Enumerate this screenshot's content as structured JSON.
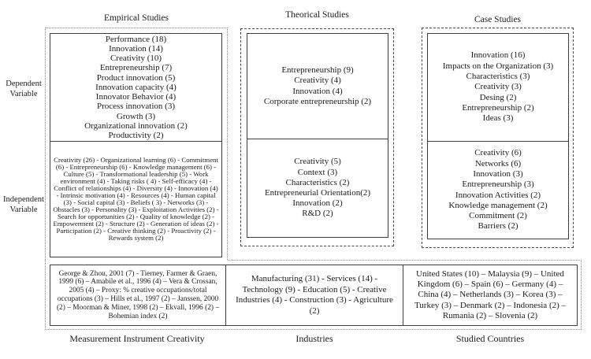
{
  "headers": {
    "empirical": "Empirical Studies",
    "theorical": "Theorical Studies",
    "case": "Case Studies"
  },
  "side_labels": {
    "dependent": "Dependent Variable",
    "independent": "Independent Variable"
  },
  "empirical": {
    "dependent_items": [
      "Performance (18)",
      "Innovation (14)",
      "Creativity (10)",
      "Entrepreneurship (7)",
      "Product innovation (5)",
      "Innovation capacity (4)",
      "Innovator Behavior (4)",
      "Process innovation (3)",
      "Growth (3)",
      "Organizational innovation (2)",
      "Productivity (2)"
    ],
    "independent_text": "Creativity (26) - Organizational learning (6) - Commitment (6) - Entrepreneurship (6) - Knowledge management (6) - Culture (5) - Transformational leadership (5) - Work environment (4) - Taking risks ( 4) - Self-efficacy (4) - Conflict of relationships (4) - Diversity (4) - Innovation (4) - Intrinsic motivation (4) - Resources (4) - Human capital (3) - Social capital (3) - Beliefs ( 3) - Networks (3) - Obstacles (3) - Personality (3) - Exploitation Activities (2) - Search for opportunities (2) - Quality of knowledge (2) - Empowerment (2) - Structure (2) - Generation of ideas (2) - Participation (2) - Creative thinking (2) - Proactivity (2) - Rewards system (2)"
  },
  "theorical": {
    "top_items": [
      "Entrepreneurship (9)",
      "Creativity (4)",
      "Innovation (4)",
      "Corporate entrepreneurship (2)"
    ],
    "bottom_items": [
      "Creativity (5)",
      "Context (3)",
      "Characteristics (2)",
      "Entrepreneurial Orientation(2)",
      "Innovation (2)",
      "R&D (2)"
    ]
  },
  "case": {
    "top_items": [
      "Innovation (16)",
      "Impacts on the Organization (3)",
      "Characteristics (3)",
      "Creativity (3)",
      "Desing (2)",
      "Entrepreneurship (2)",
      "Ideas (3)"
    ],
    "bottom_items": [
      "Creativity (6)",
      "Networks (6)",
      "Innovation (3)",
      "Entrepreneurship (3)",
      "Innovation Activities (2)",
      "Knowledge management (2)",
      "Commitment (2)",
      "Barriers (2)"
    ]
  },
  "bottom_row": {
    "measurement_text": "George & Zhou, 2001 (7) - Tierney, Farmer & Graen, 1999 (6) – Amabile et al., 1996 (4) – Vera & Crossan, 2005 (4) – Proxy: % creative occupations/total occupations (3) – Hills et al., 1997 (2) – Janssen, 2000 (2) – Moorman & Miner, 1998 (2) – Ekvall, 1996 (2) – Bohemian index (2)",
    "industries_text": "Manufacturing (31) - Services (14) - Technology (9) - Education (5) - Creative Industries (4) - Construction (3) - Agriculture (2)",
    "countries_text": "United States (10) – Malaysia (9) – United Kingdom (6) – Spain (6) – Germany (4) – China (4) – Netherlands (3) – Korea (3) – Turkey (3) – Denmark (2) – Indonesia (2) – Rumania (2) – Slovenia (2)"
  },
  "bottom_labels": {
    "measurement": "Measurement Instrument Creativity",
    "industries": "Industries",
    "countries": "Studied Countries"
  },
  "colors": {
    "background": "#ffffff",
    "text": "#1b1b1b",
    "solid_border": "#3d3d3d",
    "dashed_border": "#4a4a4a",
    "dotted_border": "#8a8a8a"
  }
}
